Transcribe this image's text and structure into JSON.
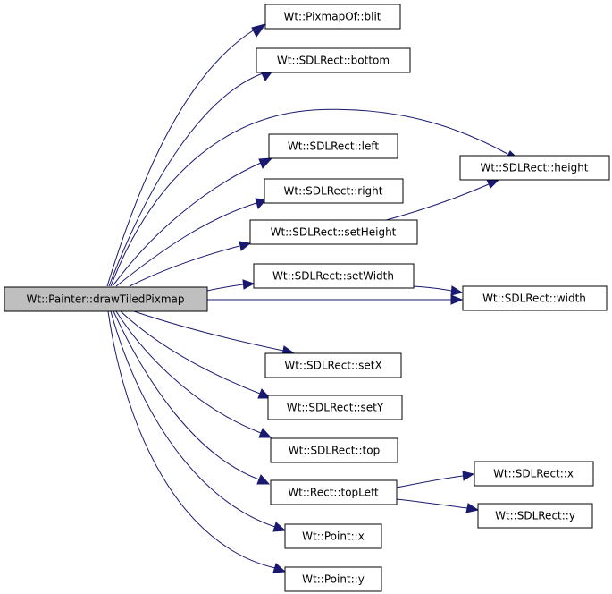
{
  "graph": {
    "nodes": {
      "draw_tiled_pixmap": "Wt::Painter::drawTiledPixmap",
      "pixmap_blit": "Wt::PixmapOf::blit",
      "rect_bottom": "Wt::SDLRect::bottom",
      "rect_left": "Wt::SDLRect::left",
      "rect_right": "Wt::SDLRect::right",
      "rect_set_height": "Wt::SDLRect::setHeight",
      "rect_set_width": "Wt::SDLRect::setWidth",
      "rect_set_x": "Wt::SDLRect::setX",
      "rect_set_y": "Wt::SDLRect::setY",
      "rect_top": "Wt::SDLRect::top",
      "rect_top_left": "Wt::Rect::topLeft",
      "point_x": "Wt::Point::x",
      "point_y": "Wt::Point::y",
      "rect_height": "Wt::SDLRect::height",
      "rect_width": "Wt::SDLRect::width",
      "rect_x": "Wt::SDLRect::x",
      "rect_y": "Wt::SDLRect::y"
    },
    "edges": [
      [
        "draw_tiled_pixmap",
        "pixmap_blit"
      ],
      [
        "draw_tiled_pixmap",
        "rect_bottom"
      ],
      [
        "draw_tiled_pixmap",
        "rect_height"
      ],
      [
        "draw_tiled_pixmap",
        "rect_left"
      ],
      [
        "draw_tiled_pixmap",
        "rect_right"
      ],
      [
        "draw_tiled_pixmap",
        "rect_set_height"
      ],
      [
        "draw_tiled_pixmap",
        "rect_set_width"
      ],
      [
        "draw_tiled_pixmap",
        "rect_width"
      ],
      [
        "draw_tiled_pixmap",
        "rect_set_x"
      ],
      [
        "draw_tiled_pixmap",
        "rect_set_y"
      ],
      [
        "draw_tiled_pixmap",
        "rect_top"
      ],
      [
        "draw_tiled_pixmap",
        "rect_top_left"
      ],
      [
        "draw_tiled_pixmap",
        "point_x"
      ],
      [
        "draw_tiled_pixmap",
        "point_y"
      ],
      [
        "rect_set_height",
        "rect_height"
      ],
      [
        "rect_set_width",
        "rect_width"
      ],
      [
        "rect_top_left",
        "rect_x"
      ],
      [
        "rect_top_left",
        "rect_y"
      ]
    ]
  }
}
